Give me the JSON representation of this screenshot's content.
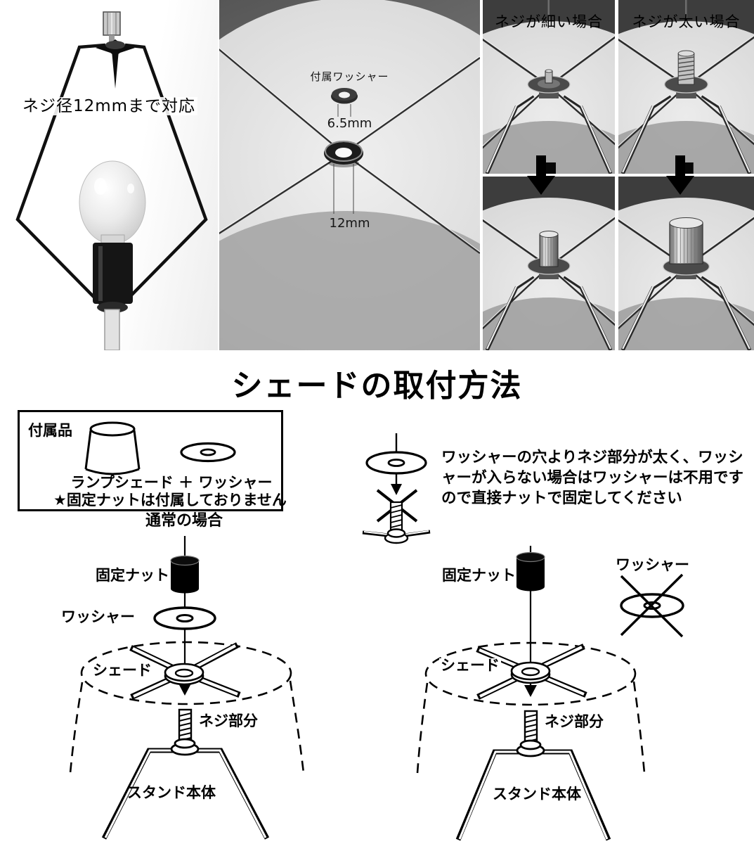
{
  "photos": {
    "harp": {
      "caption": "ネジ径12mmまで対応"
    },
    "interior": {
      "washer_label": "付属ワッシャー",
      "washer_dim": "6.5mm",
      "hub_dim": "12mm"
    },
    "grid": {
      "thin": "ネジが細い場合",
      "thick": "ネジが太い場合"
    }
  },
  "instructions": {
    "title": "シェードの取付方法",
    "accessories": {
      "heading": "付属品",
      "items": "ランプシェード ＋ ワッシャー",
      "note": "★固定ナットは付属しておりません"
    },
    "normal": {
      "heading": "通常の場合",
      "nut": "固定ナット",
      "washer": "ワッシャー",
      "shade": "シェード",
      "screw": "ネジ部分",
      "stand": "スタンド本体"
    },
    "thick": {
      "note": "ワッシャーの穴よりネジ部分が太く、ワッシャーが入らない場合はワッシャーは不用ですので直接ナットで固定してください",
      "nut": "固定ナット",
      "washer": "ワッシャー",
      "shade": "シェード",
      "screw": "ネジ部分",
      "stand": "スタンド本体"
    }
  }
}
